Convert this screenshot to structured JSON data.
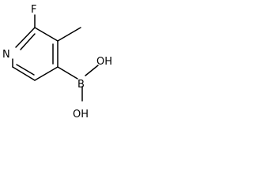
{
  "molecule": {
    "atoms": {
      "fluorine": "F",
      "nitrogen": "N",
      "boron": "B",
      "hydroxyl_top": "OH",
      "hydroxyl_bottom": "OH"
    }
  }
}
